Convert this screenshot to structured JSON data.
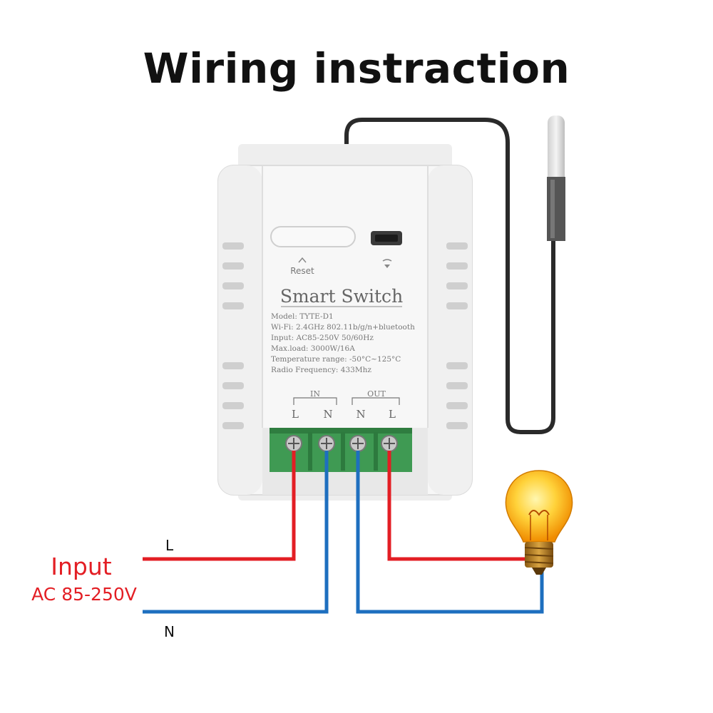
{
  "title": "Wiring instraction",
  "device": {
    "name": "Smart Switch",
    "reset_label": "Reset",
    "specs": [
      "Model: TYTE-D1",
      "Wi-Fi: 2.4GHz 802.11b/g/n+bluetooth",
      "Input: AC85-250V 50/60Hz",
      "Max.load: 3000W/16A",
      "Temperature range: -50°C~125°C",
      "Radio Frequency: 433Mhz"
    ],
    "in_group_label": "IN",
    "out_group_label": "OUT",
    "terminals": [
      "L",
      "N",
      "N",
      "L"
    ]
  },
  "wires": {
    "live_label": "L",
    "neutral_label": "N",
    "input_title": "Input",
    "input_voltage": "AC 85-250V"
  },
  "colors": {
    "live_wire": "#e31e24",
    "neutral_wire": "#1e6fbf",
    "input_text": "#e31e24"
  },
  "icons": [
    "reset-arrow-icon",
    "wifi-icon",
    "light-bulb-icon",
    "temperature-probe-icon"
  ]
}
